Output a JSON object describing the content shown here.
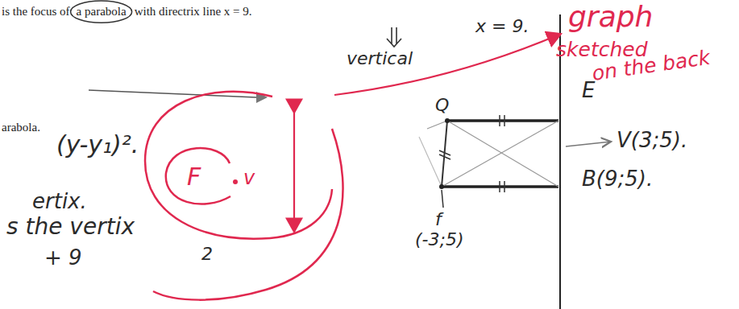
{
  "diagram": {
    "labels": [
      "is the focus of",
      "a parabola",
      "with directrix line x = 9.",
      "arabola.",
      "x = 9.",
      "graph",
      "sketched",
      "on the back",
      "vertical",
      "Q",
      "E",
      "V(3;5).",
      "B(9;5).",
      "(y-y₁)².",
      "ertix.",
      "s the vertix",
      "+ 9",
      "2",
      "F",
      "v",
      "f",
      "(-3;5)"
    ]
  }
}
